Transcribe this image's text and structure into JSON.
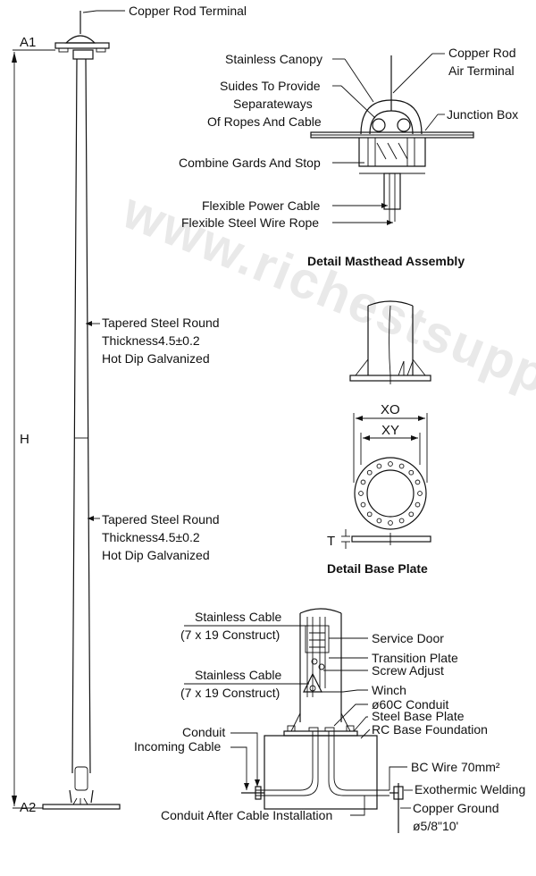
{
  "watermark": "www.richestsupply.com",
  "dimensions": {
    "a1": "A1",
    "a2": "A2",
    "h": "H",
    "xo": "XO",
    "xy": "XY",
    "t": "T"
  },
  "pole_labels": {
    "copper_rod_terminal": "Copper Rod Terminal",
    "upper_section": [
      "Tapered Steel Round",
      "Thickness4.5±0.2",
      "Hot Dip Galvanized"
    ],
    "lower_section": [
      "Tapered Steel Round",
      "Thickness4.5±0.2",
      "Hot Dip Galvanized"
    ]
  },
  "masthead": {
    "title": "Detail Masthead Assembly",
    "stainless_canopy": "Stainless Canopy",
    "guides": [
      "Suides To Provide",
      "Separateways",
      "Of Ropes And Cable"
    ],
    "combine_gards": "Combine Gards And Stop",
    "flexible_power_cable": "Flexible Power Cable",
    "flexible_steel_wire_rope": "Flexible Steel Wire Rope",
    "copper_rod_air_terminal": [
      "Copper Rod",
      "Air Terminal"
    ],
    "junction_box": "Junction Box"
  },
  "base_plate": {
    "title": "Detail Base Plate"
  },
  "base": {
    "stainless_cable_1": [
      "Stainless Cable",
      "(7 x 19 Construct)"
    ],
    "stainless_cable_2": [
      "Stainless Cable",
      "(7 x 19 Construct)"
    ],
    "conduit": "Conduit",
    "incoming_cable": "Incoming Cable",
    "conduit_after": "Conduit After Cable Installation",
    "service_door": "Service Door",
    "transition_plate": "Transition Plate",
    "screw_adjust": "Screw Adjust",
    "winch": "Winch",
    "conduit_60c": "ø60C Conduit",
    "steel_base_plate": "Steel Base Plate",
    "rc_base_foundation": "RC Base Foundation",
    "bc_wire": "BC Wire 70mm²",
    "exothermic_welding": "Exothermic Welding",
    "copper_ground": [
      "Copper Ground",
      "ø5/8\"10'"
    ]
  }
}
